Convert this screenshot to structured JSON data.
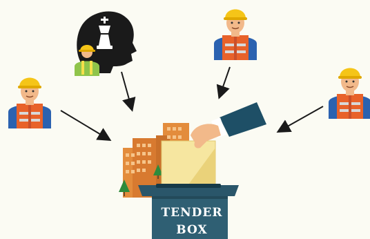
{
  "ballot_box": {
    "label_line1": "TENDER",
    "label_line2": "BOX"
  },
  "participants": [
    {
      "role": "worker-top-right"
    },
    {
      "role": "worker-left"
    },
    {
      "role": "worker-far-right"
    },
    {
      "role": "strategist-with-worker"
    }
  ],
  "colors": {
    "background": "#fbfbf3",
    "helmet": "#f5c518",
    "vest": "#e8622a",
    "vest_stripe": "#d8d8d8",
    "shirt": "#2b62b0",
    "head_silhouette": "#1a1a1a",
    "ballot_box": "#2f5f73",
    "ballot_box_dark": "#234a5a",
    "building": "#e38c3c",
    "building_dark": "#c9702a",
    "sleeve": "#1e4f66",
    "paper": "#f6e6a0",
    "hand": "#f2b98a",
    "arrow": "#1a1a1a"
  }
}
